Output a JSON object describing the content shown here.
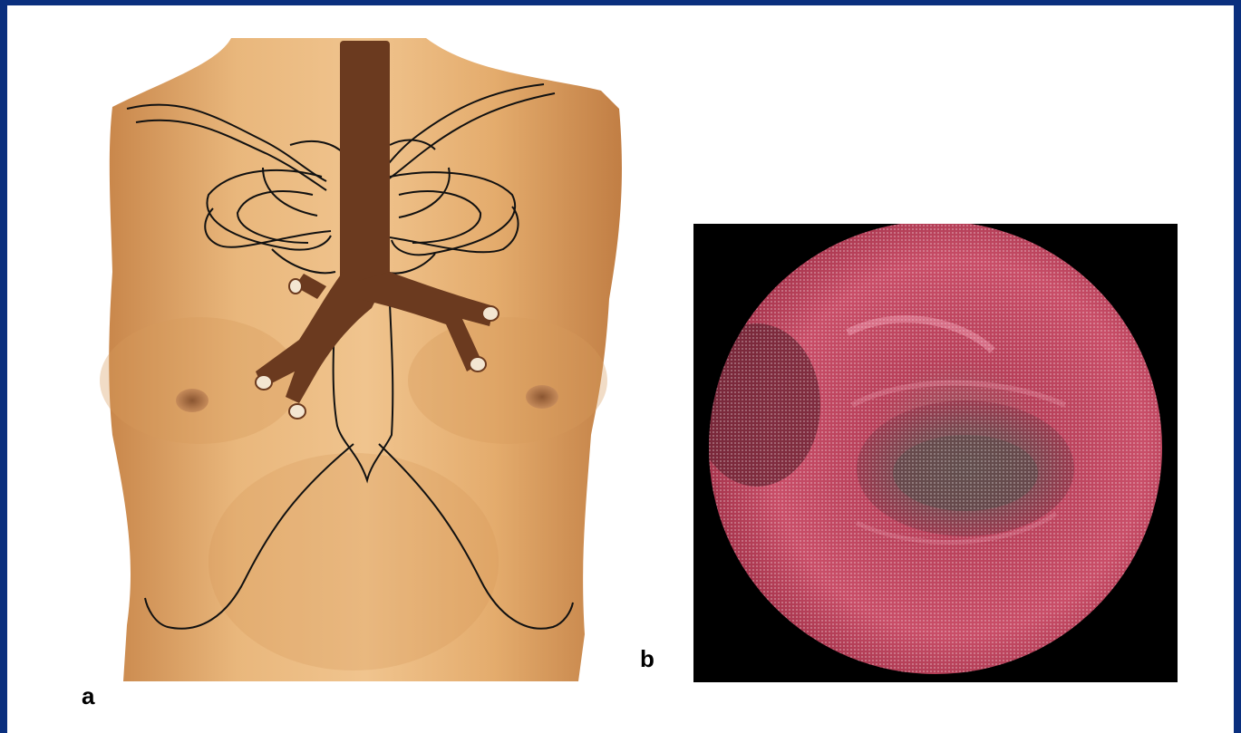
{
  "figure": {
    "panels": [
      {
        "id": "a",
        "label": "a",
        "content": "chest-torso-with-airway-illustration"
      },
      {
        "id": "b",
        "label": "b",
        "content": "bronchoscopic-view-of-airway"
      }
    ]
  },
  "colors": {
    "frame": "#0a2f7e",
    "skin": "#e6ad6f",
    "airway": "#6b3a1f",
    "mucosa": "#b8405a",
    "background": "#ffffff"
  }
}
